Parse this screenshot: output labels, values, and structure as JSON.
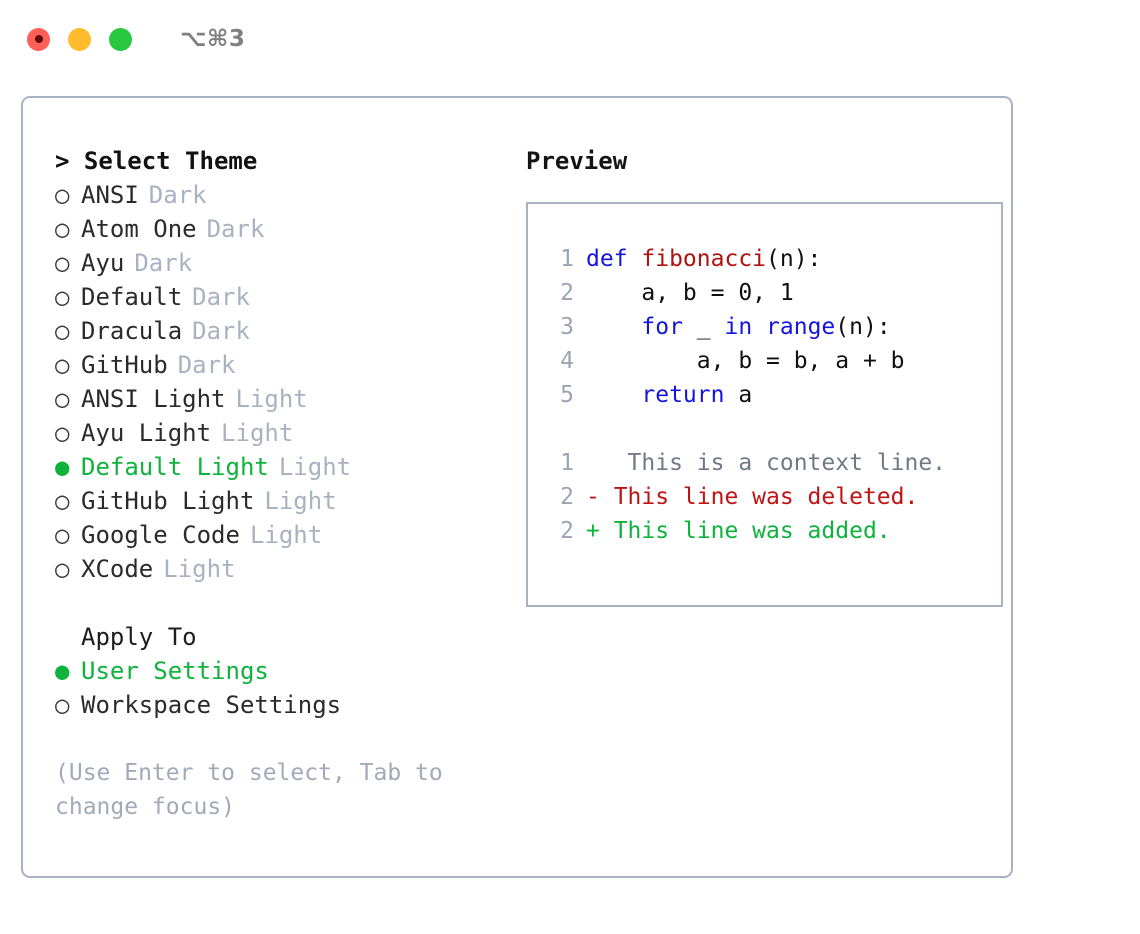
{
  "titlebar": {
    "shortcut": "⌥⌘3",
    "lights": [
      {
        "name": "close",
        "color": "#ff5f57"
      },
      {
        "name": "minimize",
        "color": "#ffbd2e"
      },
      {
        "name": "maximize",
        "color": "#28c840"
      }
    ]
  },
  "theme_picker": {
    "header": "> Select Theme",
    "selected_bullet": "●",
    "unselected_bullet": "○",
    "themes": [
      {
        "label": "ANSI",
        "tag": "Dark",
        "selected": false
      },
      {
        "label": "Atom One",
        "tag": "Dark",
        "selected": false
      },
      {
        "label": "Ayu",
        "tag": "Dark",
        "selected": false
      },
      {
        "label": "Default",
        "tag": "Dark",
        "selected": false
      },
      {
        "label": "Dracula",
        "tag": "Dark",
        "selected": false
      },
      {
        "label": "GitHub",
        "tag": "Dark",
        "selected": false
      },
      {
        "label": "ANSI Light",
        "tag": "Light",
        "selected": false
      },
      {
        "label": "Ayu Light",
        "tag": "Light",
        "selected": false
      },
      {
        "label": "Default Light",
        "tag": "Light",
        "selected": true
      },
      {
        "label": "GitHub Light",
        "tag": "Light",
        "selected": false
      },
      {
        "label": "Google Code",
        "tag": "Light",
        "selected": false
      },
      {
        "label": "XCode",
        "tag": "Light",
        "selected": false
      }
    ]
  },
  "apply_to": {
    "header": "Apply To",
    "options": [
      {
        "label": "User Settings",
        "selected": true
      },
      {
        "label": "Workspace Settings",
        "selected": false
      }
    ]
  },
  "hint": "(Use Enter to select, Tab to change focus)",
  "preview": {
    "title": "Preview",
    "code_lines": [
      {
        "num": "1",
        "tokens": [
          {
            "text": "def ",
            "kind": "kw"
          },
          {
            "text": "fibonacci",
            "kind": "fn"
          },
          {
            "text": "(n):",
            "kind": "plain"
          }
        ]
      },
      {
        "num": "2",
        "tokens": [
          {
            "text": "    a, b = 0, 1",
            "kind": "plain"
          }
        ]
      },
      {
        "num": "3",
        "tokens": [
          {
            "text": "    ",
            "kind": "plain"
          },
          {
            "text": "for",
            "kind": "kw"
          },
          {
            "text": " _ ",
            "kind": "plain"
          },
          {
            "text": "in",
            "kind": "kw"
          },
          {
            "text": " ",
            "kind": "plain"
          },
          {
            "text": "range",
            "kind": "kw"
          },
          {
            "text": "(n):",
            "kind": "plain"
          }
        ]
      },
      {
        "num": "4",
        "tokens": [
          {
            "text": "        a, b = b, a + b",
            "kind": "plain"
          }
        ]
      },
      {
        "num": "5",
        "tokens": [
          {
            "text": "    ",
            "kind": "plain"
          },
          {
            "text": "return",
            "kind": "kw"
          },
          {
            "text": " a",
            "kind": "plain"
          }
        ]
      }
    ],
    "diff_lines": [
      {
        "num": "1",
        "marker": " ",
        "text": "  This is a context line.",
        "kind": "ctx"
      },
      {
        "num": "2",
        "marker": "-",
        "text": " This line was deleted.",
        "kind": "del"
      },
      {
        "num": "2",
        "marker": "+",
        "text": " This line was added.",
        "kind": "add"
      }
    ]
  },
  "colors": {
    "accent_green": "#0fb33c",
    "border": "#a7b2c2",
    "muted": "#a8b2c1",
    "keyword": "#1414e0",
    "function": "#b01212",
    "diff_delete": "#c01313",
    "diff_add": "#0fb33c"
  }
}
